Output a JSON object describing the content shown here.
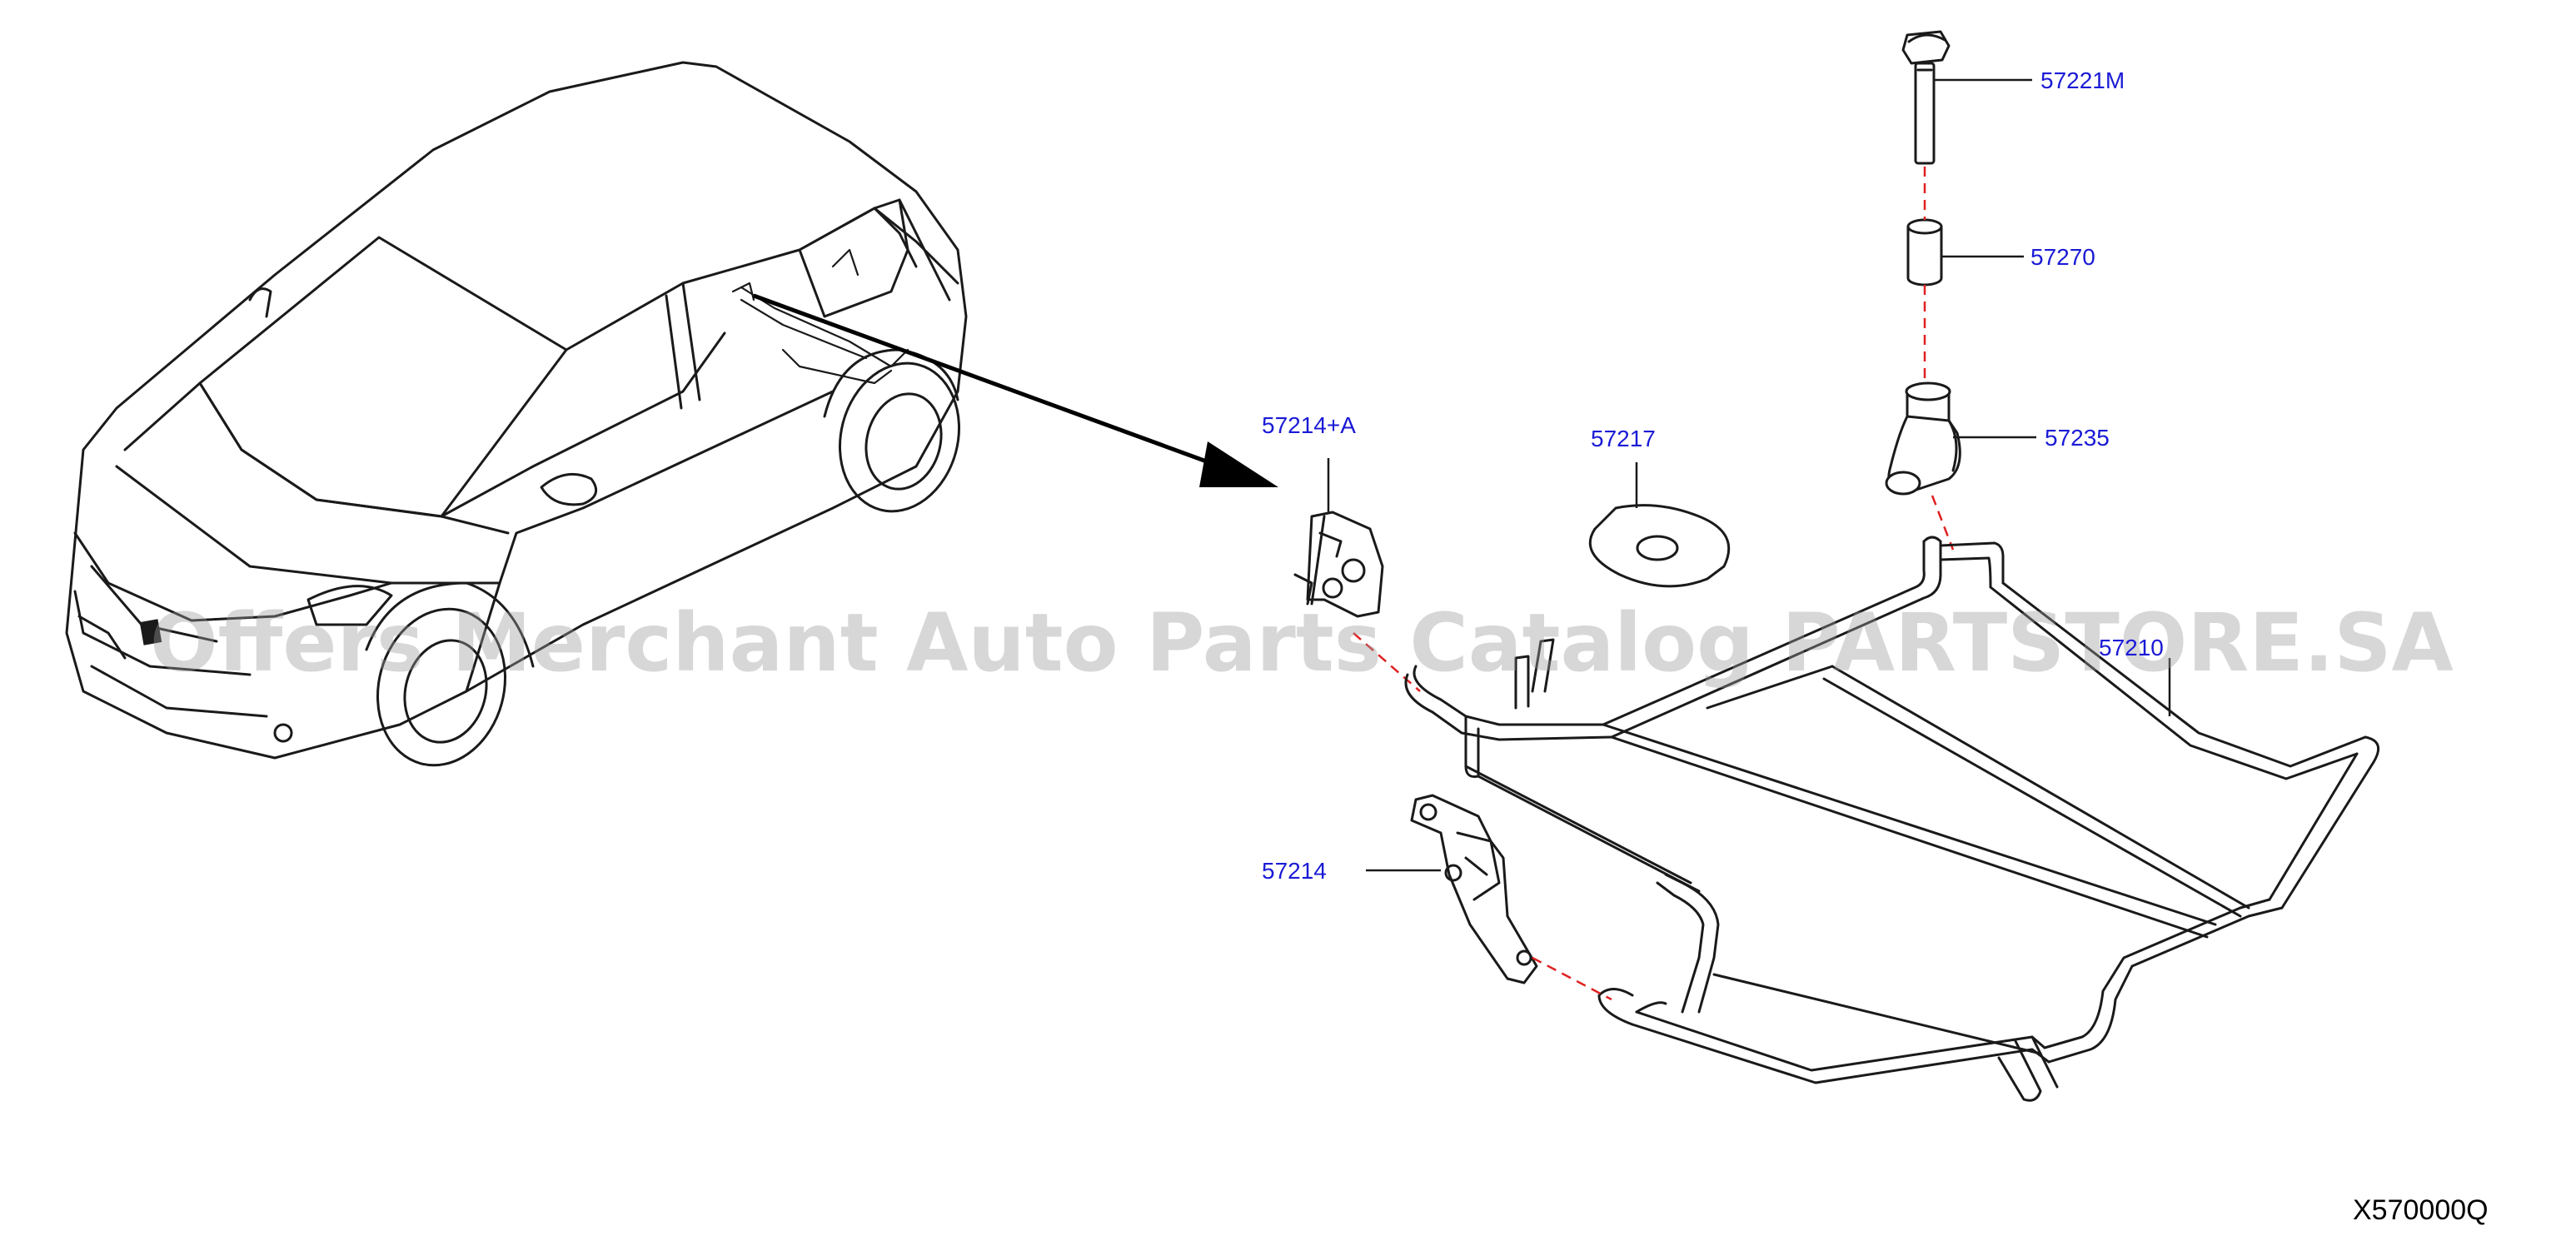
{
  "diagram": {
    "part_labels": {
      "p57221M": "57221M",
      "p57270": "57270",
      "p57235": "57235",
      "p57217": "57217",
      "p57214A": "57214+A",
      "p57210": "57210",
      "p57214": "57214"
    },
    "diagram_code": "X570000Q",
    "watermark": "Offers Merchant Auto Parts Catalog PARTSTORE.SA",
    "colors": {
      "label": "#1a1ad6",
      "line": "#1a1a1a",
      "guide_dash": "#e02020",
      "watermark": "#9a9a9a"
    }
  }
}
